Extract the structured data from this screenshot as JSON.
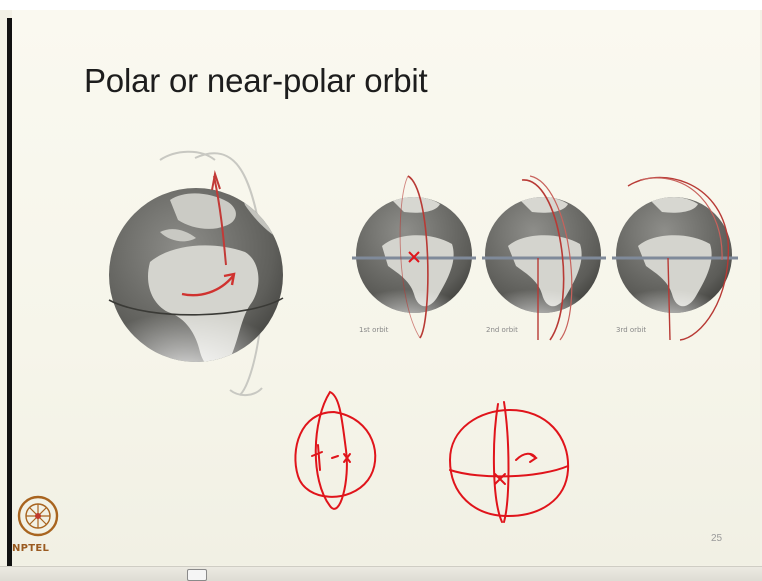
{
  "slide": {
    "title": "Polar or near-polar orbit",
    "page_number": "25",
    "orbit_labels": [
      "1st orbit",
      "2nd orbit",
      "3rd orbit"
    ]
  },
  "branding": {
    "logo_text": "NPTEL"
  },
  "colors": {
    "slide_background": "#f6f5ea",
    "globe_ocean": "#6f6f6b",
    "globe_land": "#d4d4ce",
    "orbit_red": "#b83a35",
    "annotation_red": "#e0141b",
    "logo_color": "#9a5a20"
  }
}
